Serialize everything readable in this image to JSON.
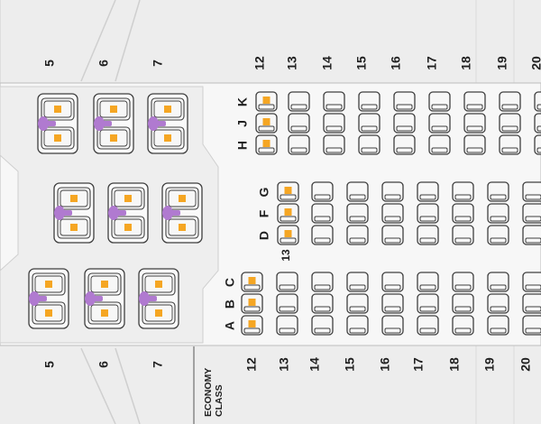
{
  "seat_map": {
    "colors": {
      "fuselage": "#e9e9e9",
      "cabin": "#f6f6f6",
      "divider": "#bdbdbd",
      "seat_fill": "#f7f7f7",
      "seat_stroke": "#3f3f3f",
      "available_marker": "#f5a623",
      "feature_purple": "#b07ad0"
    },
    "business": {
      "rows": [
        "5",
        "6",
        "7"
      ],
      "top_letters": [],
      "seat_status": "available"
    },
    "economy": {
      "label_line1": "ECONOMY",
      "label_line2": "CLASS",
      "rows_top": [
        "12",
        "13",
        "14",
        "15",
        "16",
        "17",
        "18",
        "19",
        "20"
      ],
      "rows_bottom": [
        "12",
        "13",
        "14",
        "15",
        "16",
        "17",
        "18",
        "19",
        "20"
      ],
      "seat_letters": {
        "upper": [
          "K",
          "J",
          "H"
        ],
        "middle": [
          "G",
          "F",
          "D"
        ],
        "lower": [
          "C",
          "B",
          "A"
        ]
      },
      "middle_block_first_row": "13",
      "available_seats": [
        "12K",
        "12J",
        "12H",
        "13G",
        "13F",
        "13D",
        "12C",
        "12B",
        "12A"
      ]
    }
  }
}
